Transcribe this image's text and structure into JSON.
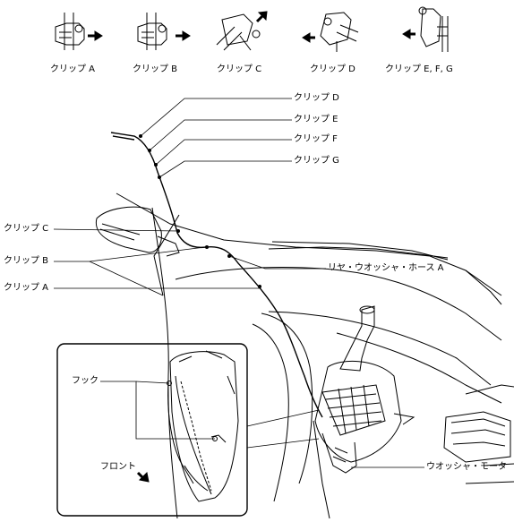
{
  "clip_legend": [
    {
      "id": "a",
      "label": "クリップ A"
    },
    {
      "id": "b",
      "label": "クリップ B"
    },
    {
      "id": "c",
      "label": "クリップ C"
    },
    {
      "id": "d",
      "label": "クリップ D"
    },
    {
      "id": "efg",
      "label": "クリップ E, F, G"
    }
  ],
  "callouts": {
    "clip_d": "クリップ D",
    "clip_e": "クリップ E",
    "clip_f": "クリップ F",
    "clip_g": "クリップ G",
    "clip_c": "クリップ C",
    "clip_b": "クリップ B",
    "clip_a": "クリップ A",
    "rear_washer_hose": "リヤ・ウオッシャ・ホース A",
    "hook": "フック",
    "front": "フロント",
    "washer_motor": "ウオッシャ・モータ"
  }
}
